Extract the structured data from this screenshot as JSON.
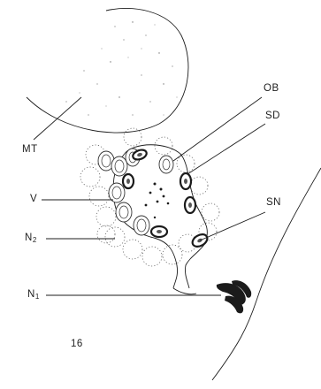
{
  "figure": {
    "labels": {
      "mt": "MT",
      "ob": "OB",
      "sd": "SD",
      "v": "V",
      "n2_main": "N",
      "n2_sub": "2",
      "sn": "SN",
      "n1_main": "N",
      "n1_sub": "1",
      "figure_number": "16"
    }
  }
}
